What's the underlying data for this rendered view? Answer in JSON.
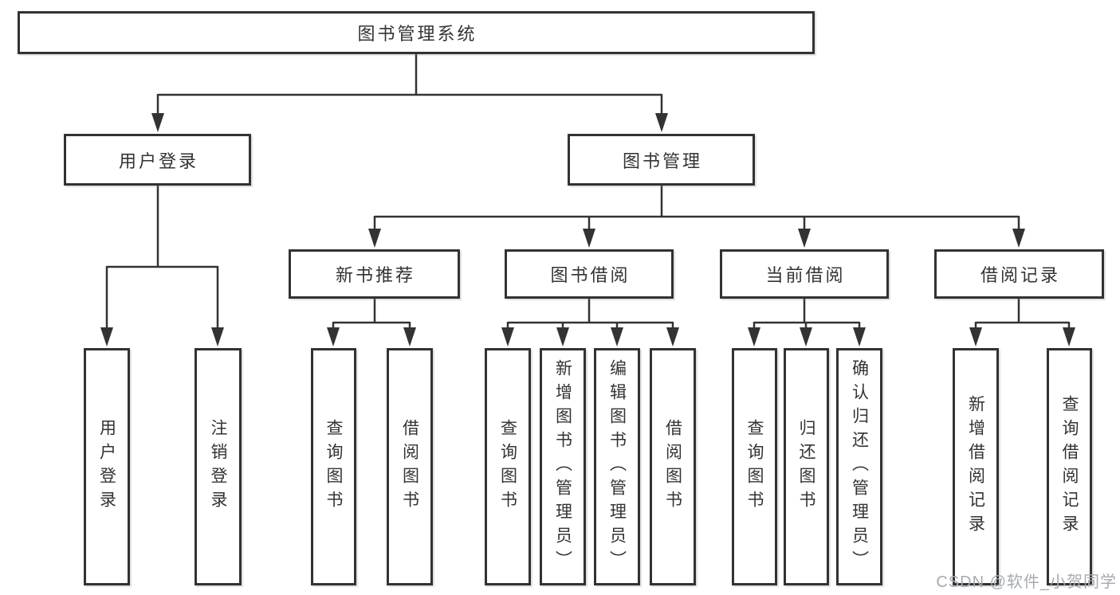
{
  "diagram_type": "hierarchy-chart",
  "colors": {
    "line": "#333333",
    "box_border": "#323232",
    "text": "#333333",
    "background": "#ffffff",
    "watermark": "#a6aab1"
  },
  "watermark": {
    "text": "CSDN @软件_小贺同学"
  },
  "tree": {
    "label": "图书管理系统",
    "children": [
      {
        "label": "用户登录",
        "children": [
          {
            "label": "用户登录"
          },
          {
            "label": "注销登录"
          }
        ]
      },
      {
        "label": "图书管理",
        "children": [
          {
            "label": "新书推荐",
            "children": [
              {
                "label": "查询图书"
              },
              {
                "label": "借阅图书"
              }
            ]
          },
          {
            "label": "图书借阅",
            "children": [
              {
                "label": "查询图书"
              },
              {
                "label": "新增图书（管理员）"
              },
              {
                "label": "编辑图书（管理员）"
              },
              {
                "label": "借阅图书"
              }
            ]
          },
          {
            "label": "当前借阅",
            "children": [
              {
                "label": "查询图书"
              },
              {
                "label": "归还图书"
              },
              {
                "label": "确认归还（管理员）"
              }
            ]
          },
          {
            "label": "借阅记录",
            "children": [
              {
                "label": "新增借阅记录"
              },
              {
                "label": "查询借阅记录"
              }
            ]
          }
        ]
      }
    ]
  }
}
